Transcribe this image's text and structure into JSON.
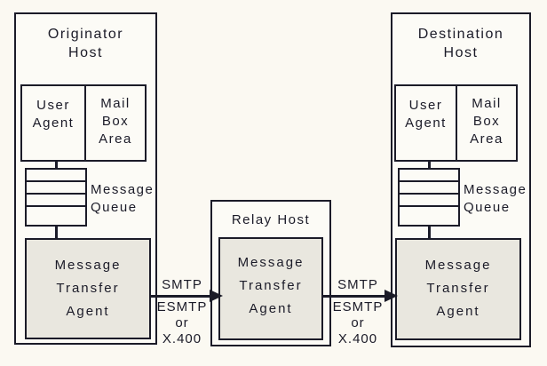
{
  "hosts": {
    "originator": {
      "title": "Originator\nHost",
      "user_agent_label": "User\nAgent",
      "mailbox_label": "Mail\nBox\nArea",
      "queue_label": "Message\nQueue",
      "mta_label": "Message\nTransfer\nAgent"
    },
    "relay": {
      "title": "Relay Host",
      "mta_label": "Message\nTransfer\nAgent"
    },
    "destination": {
      "title": "Destination\nHost",
      "user_agent_label": "User\nAgent",
      "mailbox_label": "Mail\nBox\nArea",
      "queue_label": "Message\nQueue",
      "mta_label": "Message\nTransfer\nAgent"
    }
  },
  "links": {
    "left": {
      "protocol_above": "SMTP",
      "protocols_below": "ESMTP\nor\nX.400"
    },
    "right": {
      "protocol_above": "SMTP",
      "protocols_below": "ESMTP\nor\nX.400"
    }
  },
  "colors": {
    "ink": "#1b1b28",
    "mta_fill": "#e9e7df",
    "background": "#fbf9f2"
  }
}
